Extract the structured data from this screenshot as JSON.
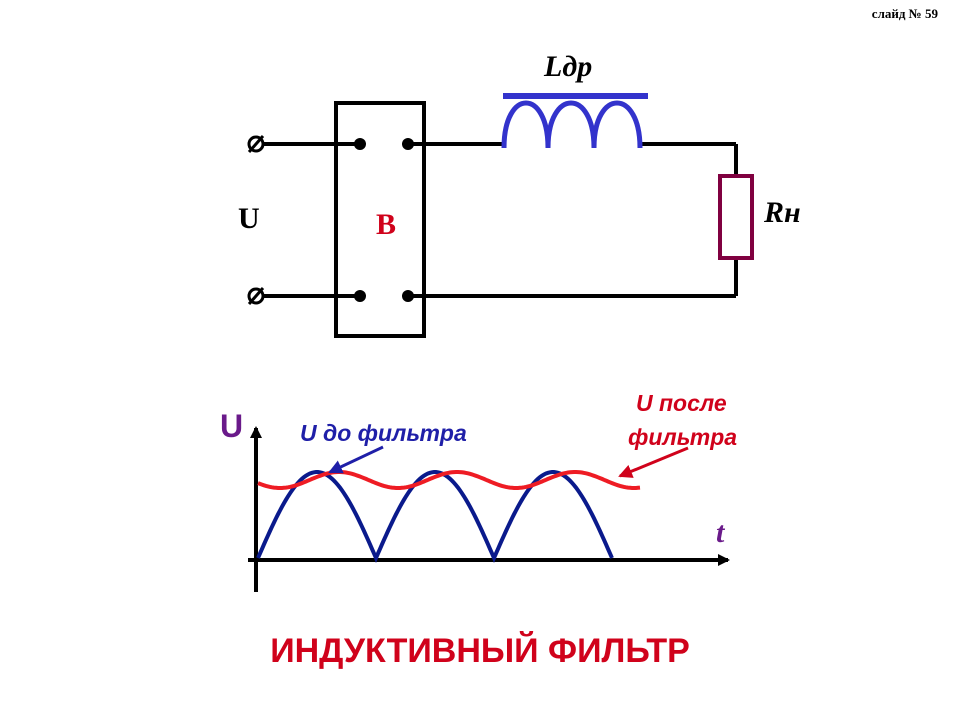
{
  "slide_number": "слайд № 59",
  "circuit": {
    "input_label": "U",
    "rectifier_label": "B",
    "inductor_label": "Lдр",
    "load_label": "Rн",
    "terminal_symbol": "ø"
  },
  "graph": {
    "y_axis_label": "U",
    "x_axis_label": "t",
    "before_label": "U до фильтра",
    "after_label_line1": "U после",
    "after_label_line2": "фильтра"
  },
  "title": "ИНДУКТИВНЫЙ ФИЛЬТР",
  "colors": {
    "wire": "#000000",
    "inductor": "#3333cc",
    "resistor": "#800040",
    "before_curve": "#0a1a8c",
    "after_curve": "#ee1c24",
    "label_red": "#d0021b",
    "label_blue": "#1f1fa8",
    "label_purple": "#6a1a8a"
  },
  "chart_data": {
    "type": "line",
    "series": [
      {
        "name": "U до фильтра",
        "shape": "full-wave rectified sine, 3 half-periods"
      },
      {
        "name": "U после фильтра",
        "shape": "smoothed ripple near peak level"
      }
    ]
  }
}
